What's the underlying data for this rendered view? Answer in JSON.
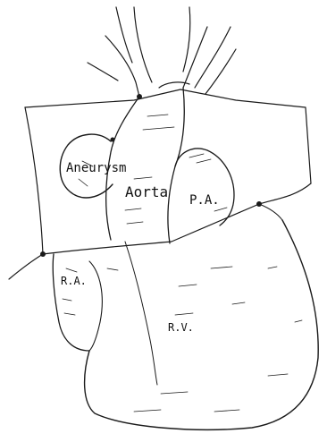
{
  "labels": {
    "aneurysm": "Aneurysm",
    "aorta": "Aorta",
    "pulmonary_artery": "P.A.",
    "right_atrium": "R.A.",
    "right_ventricle": "R.V."
  },
  "colors": {
    "ink": "#1a1a1a",
    "background": "#ffffff"
  }
}
